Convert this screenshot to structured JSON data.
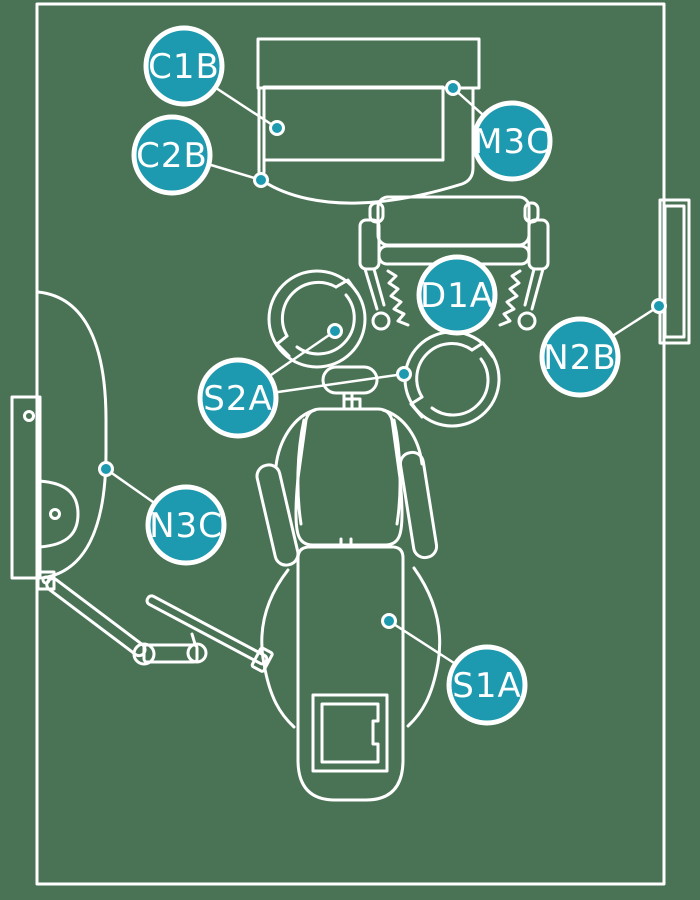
{
  "colors": {
    "background": "#4a7355",
    "line": "#ffffff",
    "accent": "#1d9aaf"
  },
  "callouts": [
    {
      "id": "c1b",
      "label": "C1B"
    },
    {
      "id": "c2b",
      "label": "C2B"
    },
    {
      "id": "m3c",
      "label": "M3C"
    },
    {
      "id": "d1a",
      "label": "D1A"
    },
    {
      "id": "n2b",
      "label": "N2B"
    },
    {
      "id": "s2a",
      "label": "S2A"
    },
    {
      "id": "n3c",
      "label": "N3C"
    },
    {
      "id": "s1a",
      "label": "S1A"
    }
  ]
}
